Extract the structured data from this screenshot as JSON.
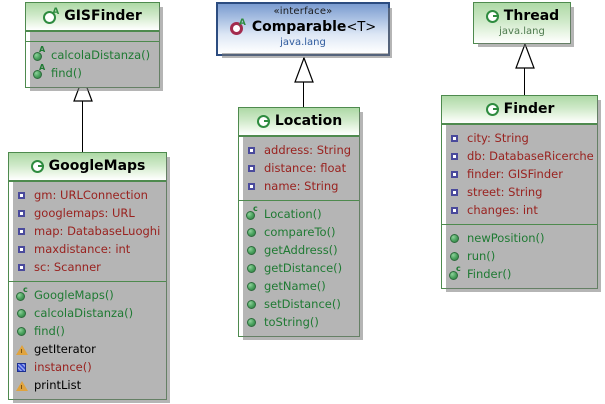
{
  "diagram": {
    "title": "UML class diagram",
    "colors": {
      "class_border": "#4e8a4e",
      "class_header_top": "#aed9a6",
      "interface_border": "#2c4c80",
      "interface_header_top": "#7b9cd0",
      "attribute_text": "#99221f",
      "method_text": "#1f7a33",
      "package_text": "#4e7a4e"
    }
  },
  "classes": {
    "gisfinder": {
      "name": "GISFinder",
      "icon": "abstract-class-icon",
      "attributes": [],
      "methods": [
        {
          "label": "calcolaDistanza()",
          "icon": "abstract-method-icon"
        },
        {
          "label": "find()",
          "icon": "abstract-method-icon"
        }
      ]
    },
    "googlemaps": {
      "name": "GoogleMaps",
      "icon": "class-icon",
      "attributes": [
        {
          "label": "gm: URLConnection",
          "icon": "private-attribute-icon"
        },
        {
          "label": "googlemaps: URL",
          "icon": "private-attribute-icon"
        },
        {
          "label": "map: DatabaseLuoghi",
          "icon": "private-attribute-icon"
        },
        {
          "label": "maxdistance: int",
          "icon": "private-attribute-icon"
        },
        {
          "label": "sc: Scanner",
          "icon": "private-attribute-icon"
        }
      ],
      "methods": [
        {
          "label": "GoogleMaps()",
          "icon": "constructor-icon",
          "style": "method"
        },
        {
          "label": "calcolaDistanza()",
          "icon": "method-icon",
          "style": "method"
        },
        {
          "label": "find()",
          "icon": "method-icon",
          "style": "method"
        },
        {
          "label": "getIterator",
          "icon": "warning-icon",
          "style": "warn"
        },
        {
          "label": "instance()",
          "icon": "static-square-icon",
          "style": "blue"
        },
        {
          "label": "printList",
          "icon": "warning-icon",
          "style": "warn"
        }
      ]
    },
    "comparable": {
      "stereotype": "«interface»",
      "name": "Comparable",
      "generic": "<T>",
      "package": "java.lang",
      "icon": "interface-icon"
    },
    "location": {
      "name": "Location",
      "icon": "class-icon",
      "attributes": [
        {
          "label": "address: String",
          "icon": "private-attribute-icon"
        },
        {
          "label": "distance: float",
          "icon": "private-attribute-icon"
        },
        {
          "label": "name: String",
          "icon": "private-attribute-icon"
        }
      ],
      "methods": [
        {
          "label": "Location()",
          "icon": "constructor-icon"
        },
        {
          "label": "compareTo()",
          "icon": "method-icon"
        },
        {
          "label": "getAddress()",
          "icon": "method-icon"
        },
        {
          "label": "getDistance()",
          "icon": "method-icon"
        },
        {
          "label": "getName()",
          "icon": "method-icon"
        },
        {
          "label": "setDistance()",
          "icon": "method-icon"
        },
        {
          "label": "toString()",
          "icon": "method-icon"
        }
      ]
    },
    "thread": {
      "name": "Thread",
      "package": "java.lang",
      "icon": "class-icon"
    },
    "finder": {
      "name": "Finder",
      "icon": "class-icon",
      "attributes": [
        {
          "label": "city: String",
          "icon": "private-attribute-icon"
        },
        {
          "label": "db: DatabaseRicerche",
          "icon": "private-attribute-icon"
        },
        {
          "label": "finder: GISFinder",
          "icon": "private-attribute-icon"
        },
        {
          "label": "street: String",
          "icon": "private-attribute-icon"
        },
        {
          "label": "changes: int",
          "icon": "private-attribute-icon"
        }
      ],
      "methods": [
        {
          "label": "newPosition()",
          "icon": "method-icon"
        },
        {
          "label": "run()",
          "icon": "method-icon"
        },
        {
          "label": "Finder()",
          "icon": "constructor-icon"
        }
      ]
    }
  },
  "relationships": [
    {
      "from": "GoogleMaps",
      "to": "GISFinder",
      "type": "generalization"
    },
    {
      "from": "Location",
      "to": "Comparable",
      "type": "realization"
    },
    {
      "from": "Finder",
      "to": "Thread",
      "type": "generalization"
    }
  ]
}
